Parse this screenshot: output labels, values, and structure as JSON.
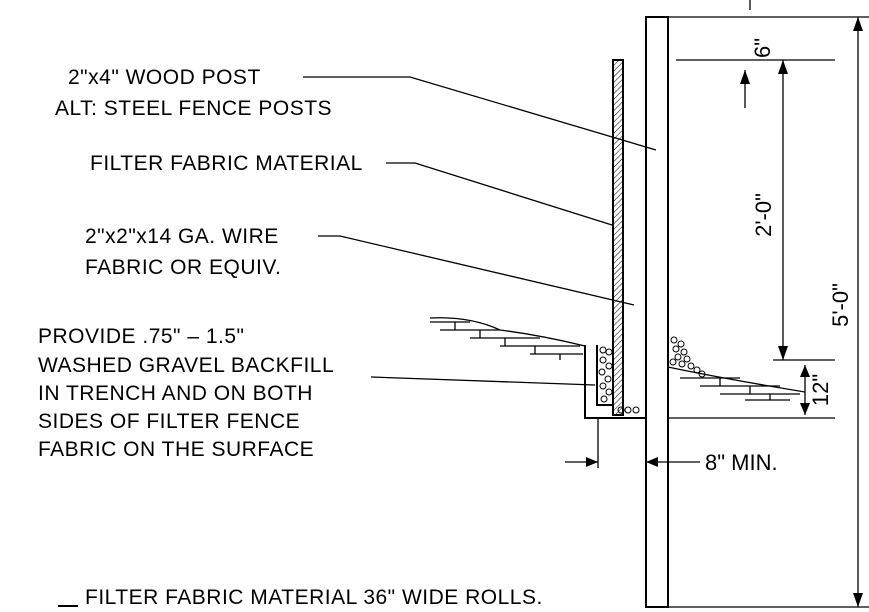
{
  "labels": {
    "post_line1": "2\"x4\" WOOD POST",
    "post_line2": "ALT: STEEL FENCE POSTS",
    "filter_fabric": "FILTER FABRIC MATERIAL",
    "wire_line1": "2\"x2\"x14 GA. WIRE",
    "wire_line2": "FABRIC OR EQUIV.",
    "gravel_line1": "PROVIDE .75\" – 1.5\"",
    "gravel_line2": "WASHED GRAVEL BACKFILL",
    "gravel_line3": "IN TRENCH AND ON BOTH",
    "gravel_line4": "SIDES OF FILTER FENCE",
    "gravel_line5": "FABRIC ON THE SURFACE",
    "rolls_note": "FILTER FABRIC MATERIAL 36\" WIDE ROLLS."
  },
  "dimensions": {
    "top": "6\"",
    "fabric_height": "2'-0\"",
    "overall": "5'-0\"",
    "gravel_depth": "12\"",
    "embed": "8\" MIN."
  }
}
